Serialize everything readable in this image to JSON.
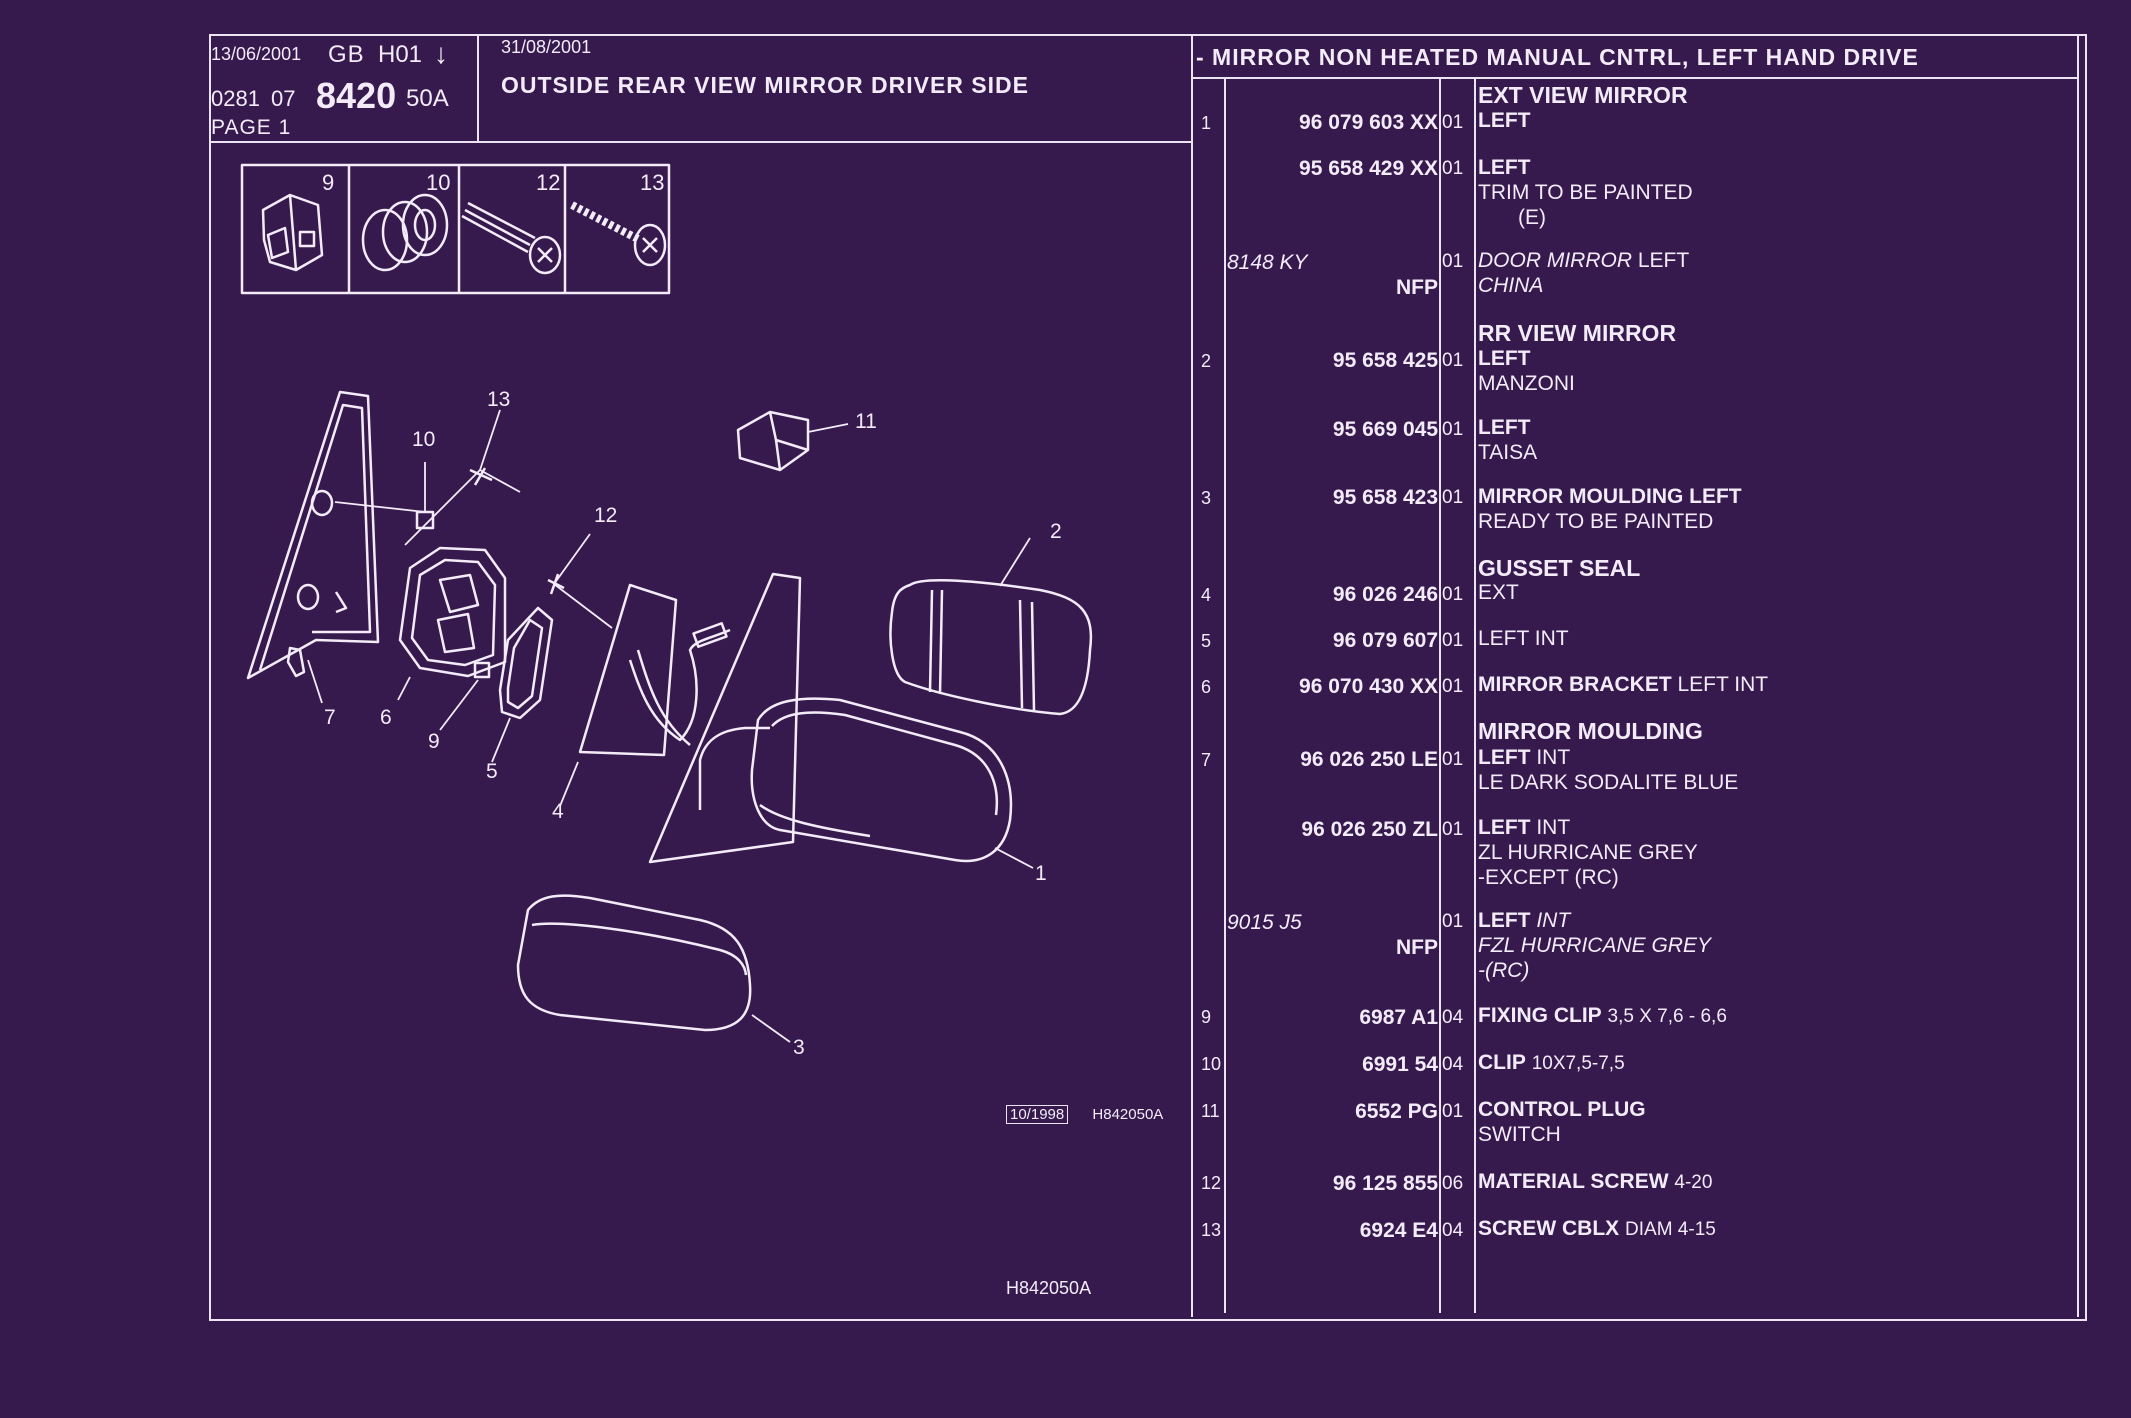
{
  "header": {
    "date_left": "13/06/2001",
    "country": "GB",
    "version": "H01",
    "arrow": "↓",
    "code_a": "0281",
    "code_b": "07",
    "group": "8420",
    "suffix": "50A",
    "page": "PAGE 1",
    "date_right": "31/08/2001",
    "title": "OUTSIDE REAR VIEW MIRROR DRIVER SIDE",
    "spec": "- MIRROR NON HEATED MANUAL CNTRL, LEFT HAND DRIVE"
  },
  "thumbs": [
    "9",
    "10",
    "12",
    "13"
  ],
  "callouts": [
    "1",
    "2",
    "3",
    "4",
    "5",
    "6",
    "7",
    "9",
    "10",
    "11",
    "12",
    "13"
  ],
  "footer": {
    "date_stamp": "10/1998",
    "ref_small": "H842050A",
    "ref_bottom": "H842050A"
  },
  "parts": [
    {
      "item": "",
      "ref": "",
      "qty": "",
      "head": "EXT VIEW MIRROR"
    },
    {
      "item": "1",
      "ref": "96 079 603 XX",
      "qty": "01",
      "d1": "LEFT"
    },
    {
      "item": "",
      "ref": "95 658 429 XX",
      "qty": "01",
      "d1": "LEFT",
      "d2": "TRIM TO BE PAINTED",
      "d3": "(E)"
    },
    {
      "item": "",
      "alt": "8148 KY",
      "nfp": "NFP",
      "qty": "01",
      "d1a": "DOOR MIRROR",
      "d1b": "LEFT",
      "d2": "CHINA"
    },
    {
      "item": "",
      "head": "RR VIEW MIRROR"
    },
    {
      "item": "2",
      "ref": "95 658 425",
      "qty": "01",
      "d1": "LEFT",
      "d2": "MANZONI"
    },
    {
      "item": "",
      "ref": "95 669 045",
      "qty": "01",
      "d1": "LEFT",
      "d2": "TAISA"
    },
    {
      "item": "3",
      "ref": "95 658 423",
      "qty": "01",
      "d1": "MIRROR MOULDING LEFT",
      "d2": "READY TO BE PAINTED"
    },
    {
      "item": "",
      "head": "GUSSET SEAL"
    },
    {
      "item": "4",
      "ref": "96 026 246",
      "qty": "01",
      "d2": "EXT"
    },
    {
      "item": "5",
      "ref": "96 079 607",
      "qty": "01",
      "d2": "LEFT INT"
    },
    {
      "item": "6",
      "ref": "96 070 430 XX",
      "qty": "01",
      "d1": "MIRROR BRACKET",
      "d1b": "LEFT INT"
    },
    {
      "item": "",
      "head": "MIRROR MOULDING"
    },
    {
      "item": "7",
      "ref": "96 026 250 LE",
      "qty": "01",
      "d1": "LEFT",
      "d1b": "INT",
      "d2": "LE DARK SODALITE BLUE"
    },
    {
      "item": "",
      "ref": "96 026 250 ZL",
      "qty": "01",
      "d1": "LEFT",
      "d1b": "INT",
      "d2": "ZL HURRICANE GREY",
      "d3": "-EXCEPT  (RC)"
    },
    {
      "item": "",
      "alt": "9015 J5",
      "nfp": "NFP",
      "qty": "01",
      "d1": "LEFT",
      "d1b": "INT",
      "d2": "FZL HURRICANE GREY",
      "d3": "-(RC)"
    },
    {
      "item": "9",
      "ref": "6987 A1",
      "qty": "04",
      "d1": "FIXING CLIP",
      "d1b": "3,5 X 7,6 - 6,6"
    },
    {
      "item": "10",
      "ref": "6991 54",
      "qty": "04",
      "d1": "CLIP",
      "d1b": "10X7,5-7,5"
    },
    {
      "item": "11",
      "ref": "6552 PG",
      "qty": "01",
      "d1": "CONTROL PLUG",
      "d2": "SWITCH"
    },
    {
      "item": "12",
      "ref": "96 125 855",
      "qty": "06",
      "d1": "MATERIAL SCREW",
      "d1b": "4-20"
    },
    {
      "item": "13",
      "ref": "6924 E4",
      "qty": "04",
      "d1": "SCREW CBLX",
      "d1b": "DIAM 4-15"
    }
  ]
}
